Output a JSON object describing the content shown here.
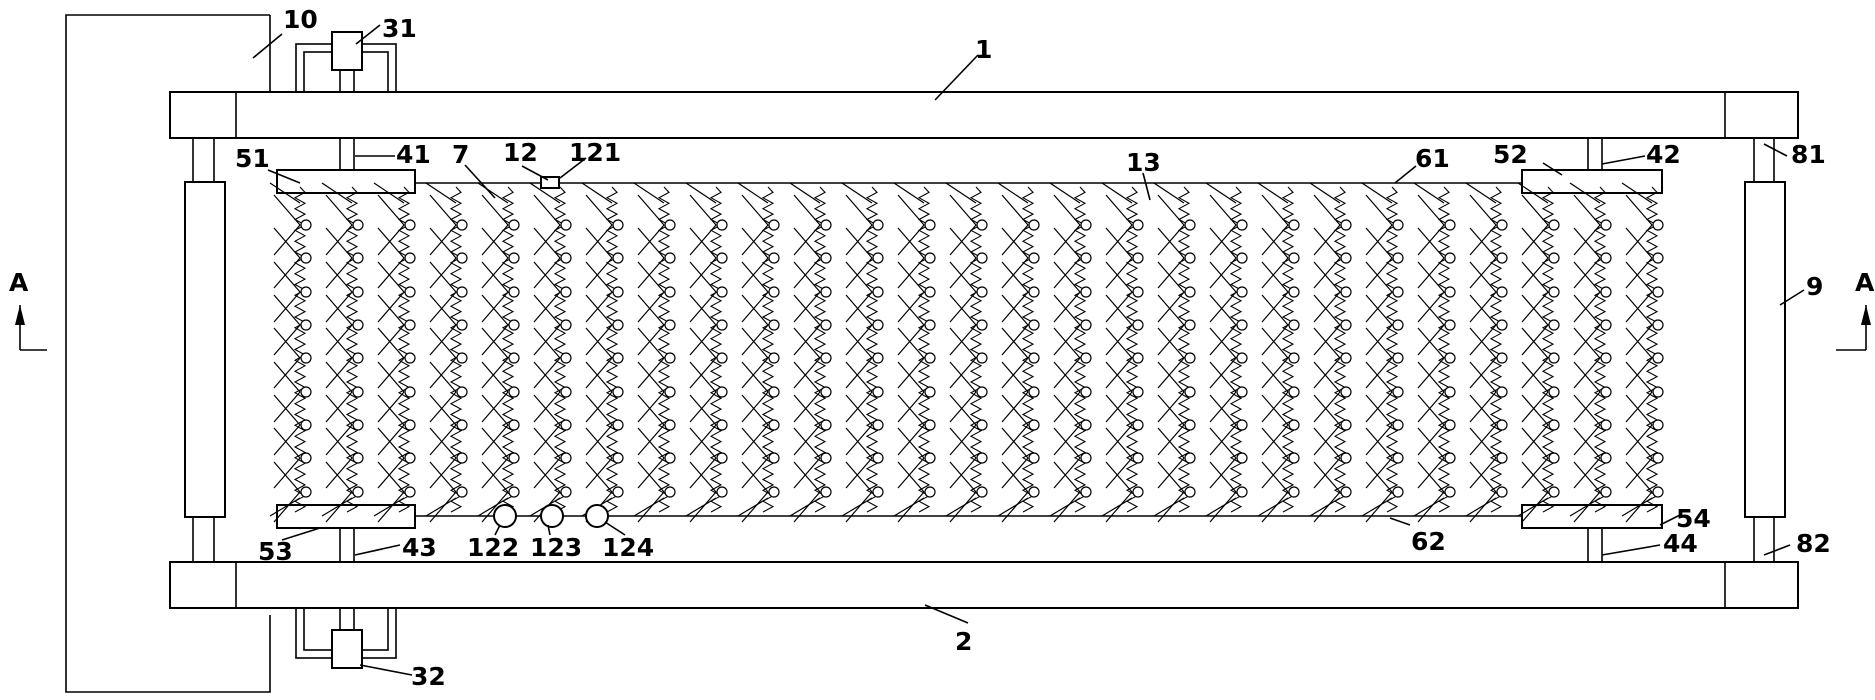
{
  "labels": {
    "beam_top": "1",
    "beam_bottom": "2",
    "clamp_top": "31",
    "clamp_bottom": "32",
    "shaft_41": "41",
    "shaft_42": "42",
    "shaft_43": "43",
    "shaft_44": "44",
    "bar_51": "51",
    "bar_52": "52",
    "bar_53": "53",
    "bar_54": "54",
    "chain_top": "61",
    "chain_bottom": "62",
    "link": "7",
    "post_81": "81",
    "post_82": "82",
    "column_9": "9",
    "frame_10": "10",
    "sensor_12": "12",
    "sensor_121": "121",
    "hole_122": "122",
    "hole_123": "123",
    "hole_124": "124",
    "spring_13": "13",
    "section_left": "A",
    "section_right": "A"
  },
  "colors": {
    "line": "#000000",
    "background": "#ffffff"
  }
}
